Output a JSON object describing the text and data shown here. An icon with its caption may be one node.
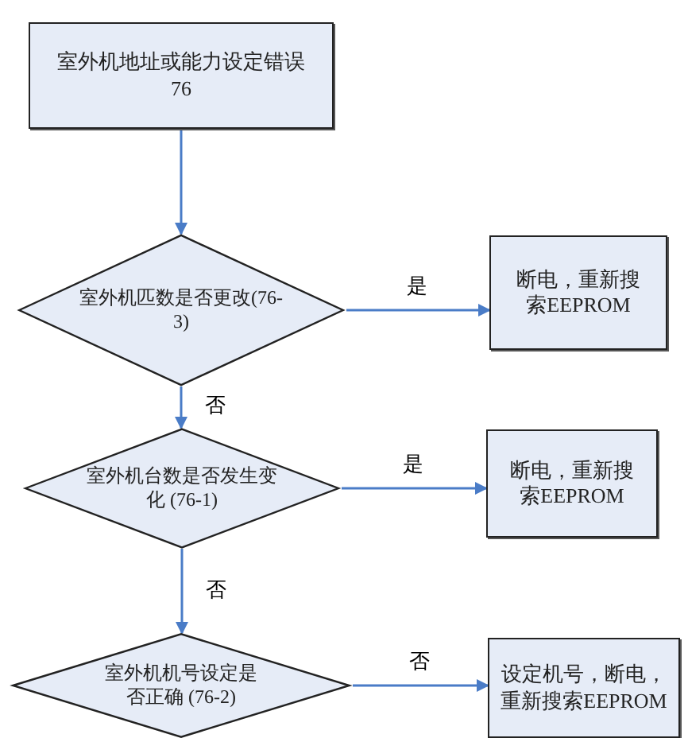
{
  "diagram": {
    "nodes": [
      {
        "text": [
          "室外机地址或能力设定错误",
          "76"
        ]
      },
      {
        "text": [
          "室外机匹数是否更改(76-3)"
        ]
      },
      {
        "text": [
          "断电，重新搜索EEPROM"
        ]
      },
      {
        "text": [
          "室外机台数是否发生变化 (76-1)"
        ]
      },
      {
        "text": [
          "断电，重新搜索EEPROM"
        ]
      },
      {
        "text": [
          "室外机机号设定是否正确 (76-2)"
        ]
      },
      {
        "text": [
          "设定机号，断电，重新搜索EEPROM"
        ]
      }
    ],
    "edges": [
      {
        "from": 0,
        "to": 1,
        "arrow": "to"
      },
      {
        "from": 1,
        "to": 2,
        "arrow": "to",
        "label": "是"
      },
      {
        "from": 1,
        "to": 3,
        "arrow": "to",
        "label": "否"
      },
      {
        "from": 3,
        "to": 4,
        "arrow": "to",
        "label": "是"
      },
      {
        "from": 3,
        "to": 5,
        "arrow": "to",
        "label": "否"
      },
      {
        "from": 5,
        "to": 6,
        "arrow": "to",
        "label": "否"
      }
    ]
  }
}
